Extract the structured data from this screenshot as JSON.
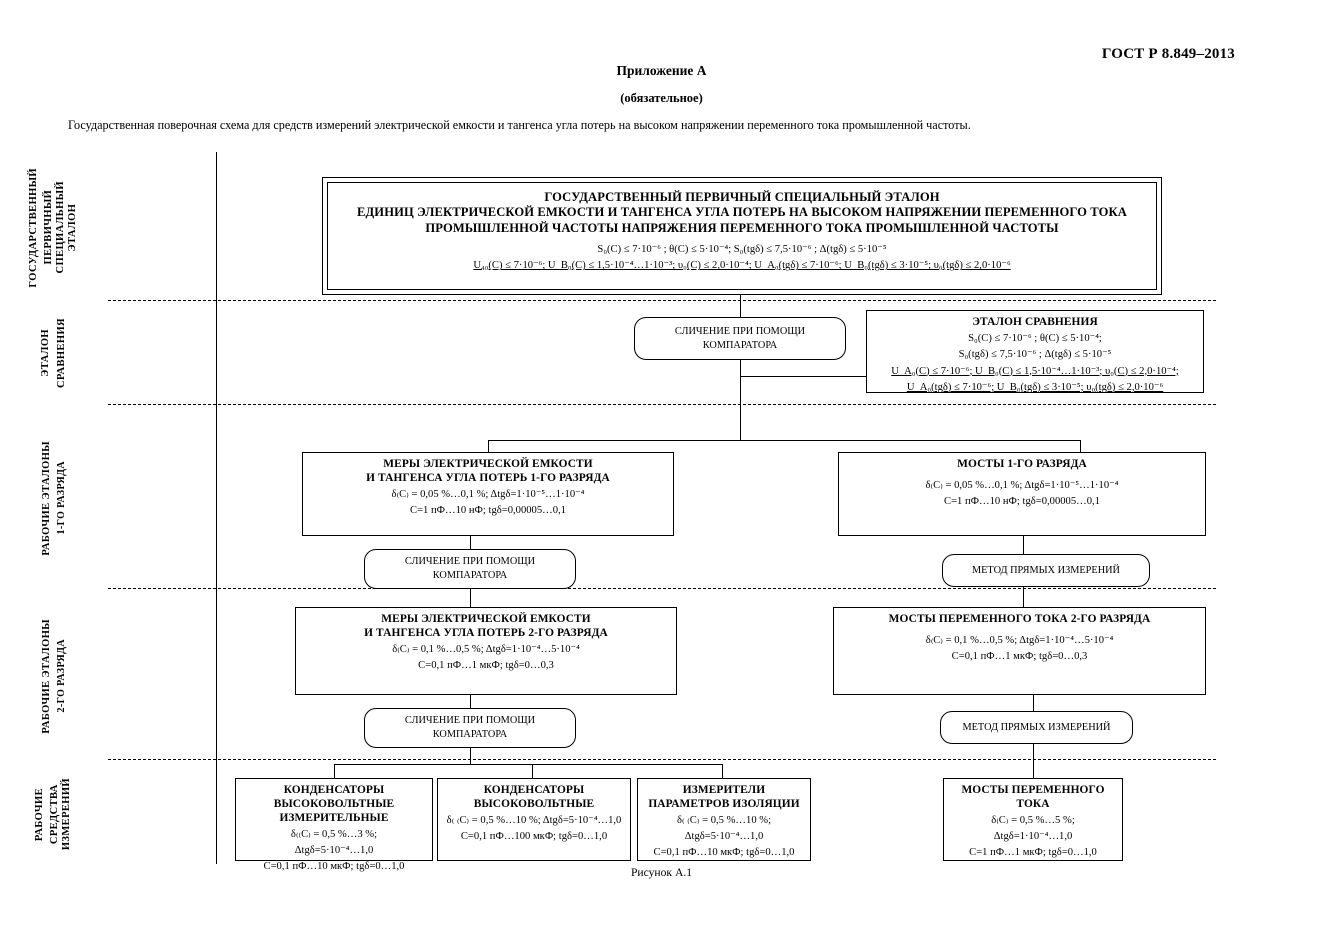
{
  "header": {
    "gost": "ГОСТ  Р 8.849–2013",
    "appendix_title": "Приложение А",
    "appendix_sub": "(обязательное)",
    "intro": "Государственная поверочная схема для средств измерений электрической емкости и тангенса угла потерь на высоком напряжении переменного тока промышленной частоты."
  },
  "bands": [
    {
      "id": "primary",
      "label": "ГОСУДАРСТВЕННЫЙ",
      "label2": "ПЕРВИЧНЫЙ\nСПЕЦИАЛЬНЫЙ\nЭТАЛОН"
    },
    {
      "id": "compare",
      "label": "ЭТАЛОН",
      "label2": "СРАВНЕНИЯ"
    },
    {
      "id": "rank1",
      "label": "РАБОЧИЕ ЭТАЛОНЫ",
      "label2": "1-ГО РАЗРЯДА"
    },
    {
      "id": "rank2",
      "label": "РАБОЧИЕ ЭТАЛОНЫ",
      "label2": "2-ГО РАЗРЯДА"
    },
    {
      "id": "working",
      "label": "РАБОЧИЕ",
      "label2": "СРЕДСТВА\nИЗМЕРЕНИЙ"
    }
  ],
  "primary_standard": {
    "title_line1": "ГОСУДАРСТВЕННЫЙ ПЕРВИЧНЫЙ СПЕЦИАЛЬНЫЙ ЭТАЛОН",
    "title_line2": "ЕДИНИЦ ЭЛЕКТРИЧЕСКОЙ ЕМКОСТИ И ТАНГЕНСА УГЛА ПОТЕРЬ НА ВЫСОКОМ НАПРЯЖЕНИИ ПЕРЕМЕННОГО ТОКА",
    "title_line3": "ПРОМЫШЛЕННОЙ ЧАСТОТЫ НАПРЯЖЕНИЯ ПЕРЕМЕННОГО ТОКА ПРОМЫШЛЕННОЙ ЧАСТОТЫ",
    "params_line1": "S₀(C) ≤ 7·10⁻⁶ ; θ(C) ≤ 5·10⁻⁴; S₀(tgδ) ≤ 7,5·10⁻⁶ ; Δ(tgδ) ≤ 5·10⁻⁵",
    "params_line2": "U₄₀(C) ≤ 7·10⁻⁶; U_В₀(C) ≤ 1,5·10⁻⁴…1·10⁻³; υ₀(C) ≤ 2,0·10⁻⁴; U_А₀(tgδ) ≤ 7·10⁻⁶; U_В₀(tgδ) ≤ 3·10⁻⁵; υ₀(tgδ) ≤ 2,0·10⁻⁶"
  },
  "comparison_method": {
    "label_line1": "СЛИЧЕНИЕ ПРИ ПОМОЩИ",
    "label_line2": "КОМПАРАТОРА"
  },
  "comparison_standard": {
    "title": "ЭТАЛОН СРАВНЕНИЯ",
    "params_line1": "S₀(C) ≤ 7·10⁻⁶ ; θ(C) ≤ 5·10⁻⁴;",
    "params_line2": "S₀(tgδ) ≤ 7,5·10⁻⁶ ; Δ(tgδ) ≤ 5·10⁻⁵",
    "params_line3": "U_А₀(C) ≤ 7·10⁻⁶; U_В₀(C) ≤ 1,5·10⁻⁴…1·10⁻³; υ₀(C) ≤ 2,0·10⁻⁴;",
    "params_line4": "U_А₀(tgδ) ≤ 7·10⁻⁶; U_В₀(tgδ) ≤ 3·10⁻⁵; υ₀(tgδ) ≤ 2,0·10⁻⁶"
  },
  "rank1": {
    "measures": {
      "title_line1": "МЕРЫ ЭЛЕКТРИЧЕСКОЙ ЕМКОСТИ",
      "title_line2": "И ТАНГЕНСА УГЛА ПОТЕРЬ 1-ГО РАЗРЯДА",
      "params_line1": "δ₍C₎ = 0,05 %…0,1 %; Δtgδ=1·10⁻⁵…1·10⁻⁴",
      "params_line2": "С=1 пФ…10 нФ;  tgδ=0,00005…0,1"
    },
    "bridges": {
      "title": "МОСТЫ 1-ГО РАЗРЯДА",
      "params_line1": "δ₍C₎ = 0,05 %…0,1 %; Δtgδ=1·10⁻⁵…1·10⁻⁴",
      "params_line2": "С=1 пФ…10 нФ;  tgδ=0,00005…0,1"
    },
    "method_left_line1": "СЛИЧЕНИЕ ПРИ ПОМОЩИ",
    "method_left_line2": "КОМПАРАТОРА",
    "method_right": "МЕТОД ПРЯМЫХ ИЗМЕРЕНИЙ"
  },
  "rank2": {
    "measures": {
      "title_line1": "МЕРЫ ЭЛЕКТРИЧЕСКОЙ ЕМКОСТИ",
      "title_line2": "И ТАНГЕНСА УГЛА ПОТЕРЬ 2-ГО РАЗРЯДА",
      "params_line1": "δ₍C₎ = 0,1 %…0,5 %; Δtgδ=1·10⁻⁴…5·10⁻⁴",
      "params_line2": "С=0,1 пФ…1 мкФ;  tgδ=0…0,3"
    },
    "bridges": {
      "title": "МОСТЫ ПЕРЕМЕННОГО ТОКА 2-ГО РАЗРЯДА",
      "params_line1": "δ₍C₎ = 0,1 %…0,5 %; Δtgδ=1·10⁻⁴…5·10⁻⁴",
      "params_line2": "С=0,1 пФ…1 мкФ;  tgδ=0…0,3"
    },
    "method_left_line1": "СЛИЧЕНИЕ ПРИ ПОМОЩИ",
    "method_left_line2": "КОМПАРАТОРА",
    "method_right": "МЕТОД ПРЯМЫХ ИЗМЕРЕНИЙ"
  },
  "working_means": [
    {
      "id": "capacitors-measuring",
      "title_line1": "КОНДЕНСАТОРЫ",
      "title_line2": "ВЫСОКОВОЛЬТНЫЕ",
      "title_line3": "ИЗМЕРИТЕЛЬНЫЕ",
      "params_line1": "δ₍₍C₎ = 0,5 %…3 %;",
      "params_line2": "Δtgδ=5·10⁻⁴…1,0",
      "params_line3": "С=0,1 пФ…10 мкФ;  tgδ=0…1,0"
    },
    {
      "id": "capacitors-hv",
      "title_line1": "КОНДЕНСАТОРЫ",
      "title_line2": "ВЫСОКОВОЛЬТНЫЕ",
      "title_line3": "",
      "params_line1": "δ₍ ₍C₎ = 0,5 %…10 %; Δtgδ=5·10⁻⁴…1,0",
      "params_line2": "С=0,1 пФ…100 мкФ;  tgδ=0…1,0",
      "params_line3": ""
    },
    {
      "id": "insulation-meters",
      "title_line1": "ИЗМЕРИТЕЛИ",
      "title_line2": "ПАРАМЕТРОВ ИЗОЛЯЦИИ",
      "title_line3": "",
      "params_line1": "δ₍ ₍C₎ = 0,5 %…10 %;",
      "params_line2": "Δtgδ=5·10⁻⁴…1,0",
      "params_line3": "С=0,1 пФ…10 мкФ;  tgδ=0…1,0"
    },
    {
      "id": "ac-bridges",
      "title_line1": "МОСТЫ ПЕРЕМЕННОГО",
      "title_line2": "ТОКА",
      "title_line3": "",
      "params_line1": "δ₍C₎ = 0,5 %…5 %;",
      "params_line2": "Δtgδ=1·10⁻⁴…1,0",
      "params_line3": "С=1 пФ…1 мкФ;  tgδ=0…1,0"
    }
  ],
  "caption": "Рисунок А.1"
}
